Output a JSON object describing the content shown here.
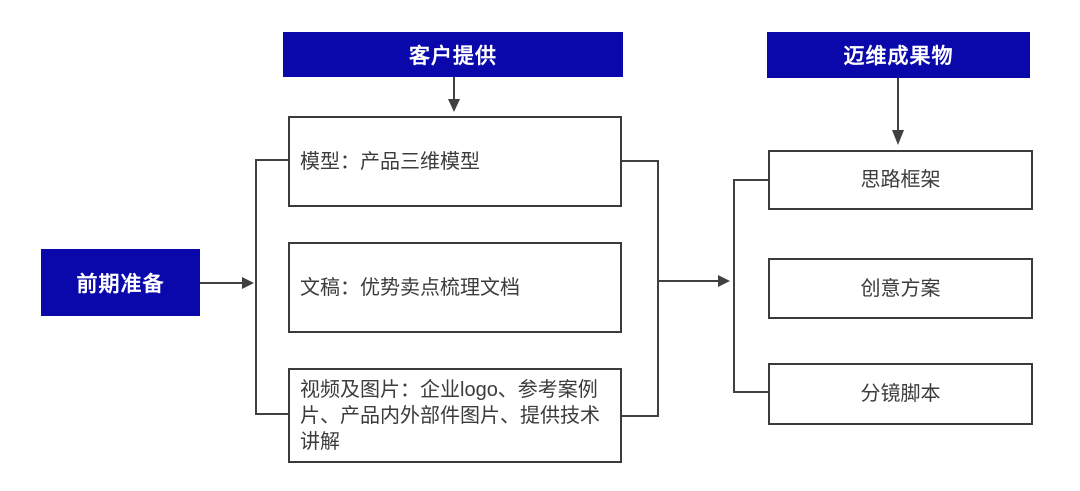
{
  "flowchart": {
    "stage": {
      "label": "前期准备"
    },
    "client_column": {
      "header": "客户提供",
      "items": [
        {
          "label": "模型：产品三维模型"
        },
        {
          "label": "文稿：优势卖点梳理文档"
        },
        {
          "label": "视频及图片：企业logo、参考案例片、产品内外部件图片、提供技术讲解"
        }
      ]
    },
    "deliverables_column": {
      "header": "迈维成果物",
      "items": [
        {
          "label": "思路框架"
        },
        {
          "label": "创意方案"
        },
        {
          "label": "分镜脚本"
        }
      ]
    },
    "colors": {
      "accent_blue": "#0A08AA",
      "connector_line": "#404040",
      "node_border": "#3b3b3b",
      "node_text": "#3c3c3c",
      "header_text": "#ffffff",
      "background": "#ffffff"
    }
  }
}
